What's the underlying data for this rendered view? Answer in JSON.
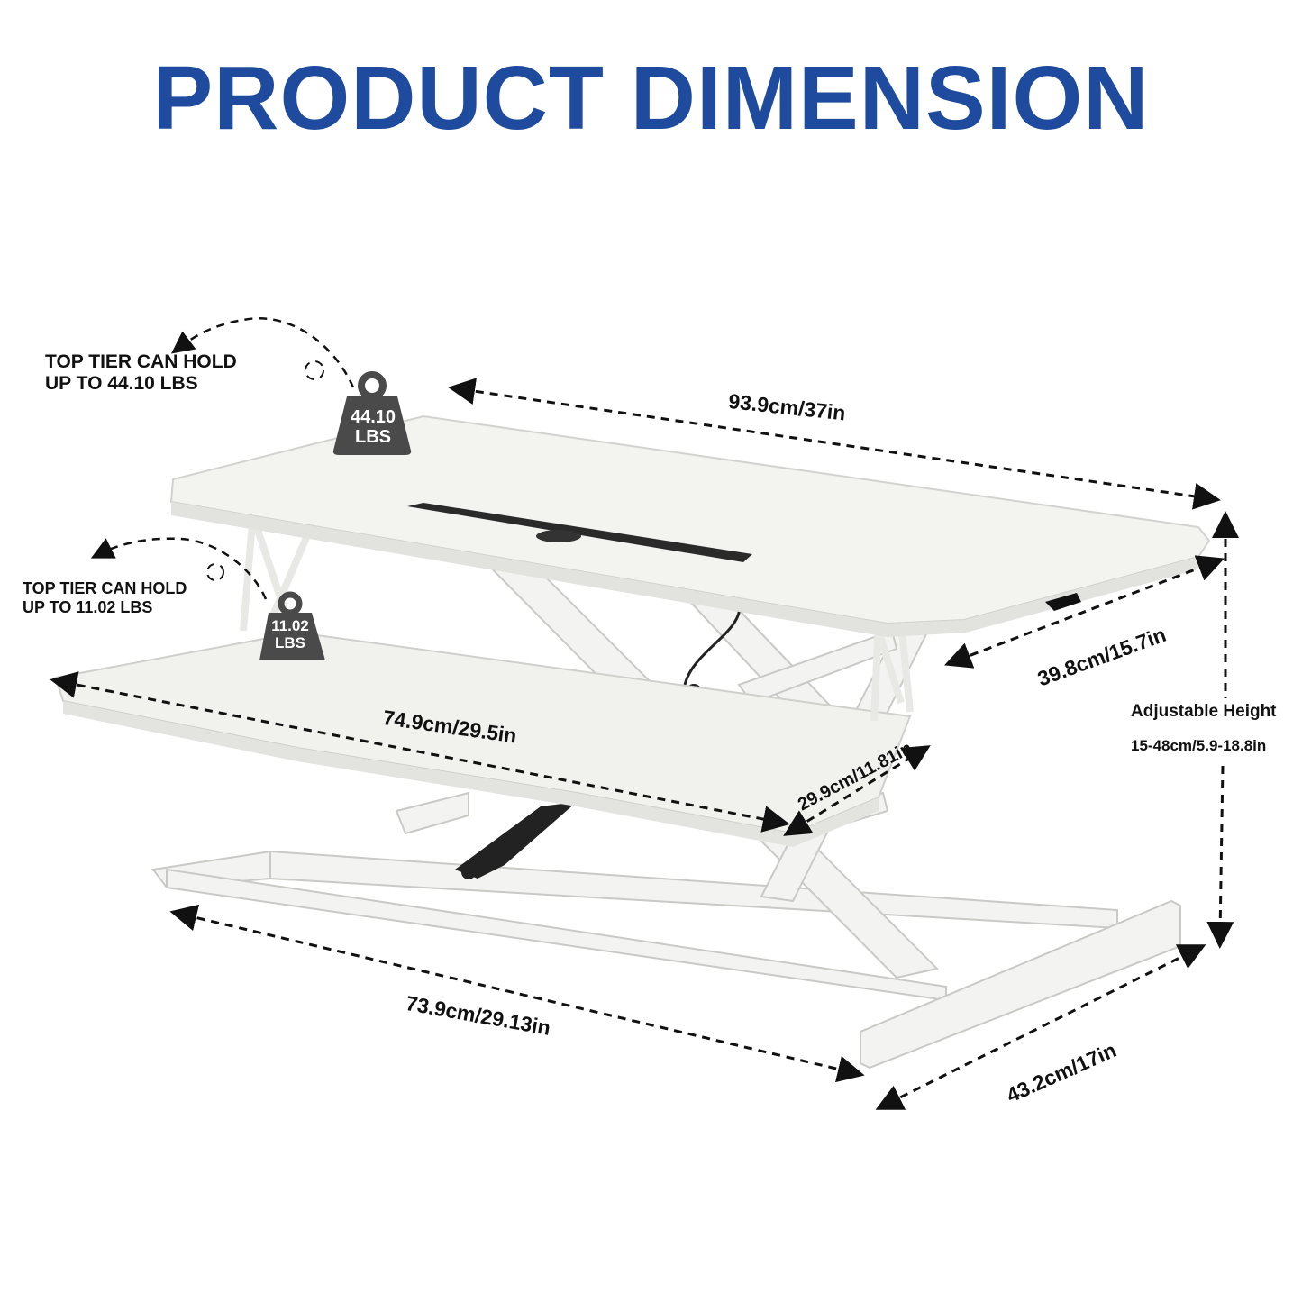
{
  "title": "PRODUCT DIMENSION",
  "notes": {
    "top_tier": {
      "line1": "TOP TIER CAN HOLD",
      "line2": "UP TO 44.10 LBS",
      "weight_value": "44.10",
      "weight_unit": "LBS"
    },
    "lower_tier": {
      "line1": "TOP TIER CAN HOLD",
      "line2": "UP TO 11.02 LBS",
      "weight_value": "11.02",
      "weight_unit": "LBS"
    }
  },
  "dimensions": {
    "top_width": "93.9cm/37in",
    "top_depth": "39.8cm/15.7in",
    "tray_width": "74.9cm/29.5in",
    "tray_depth": "29.9cm/11.81in",
    "base_width": "73.9cm/29.13in",
    "base_depth": "43.2cm/17in",
    "height_label": "Adjustable Height",
    "height_range": "15-48cm/5.9-18.8in"
  },
  "colors": {
    "title": "#1f4b9e",
    "weight": "#4a4a4a",
    "desk": "#f2f2ef"
  }
}
